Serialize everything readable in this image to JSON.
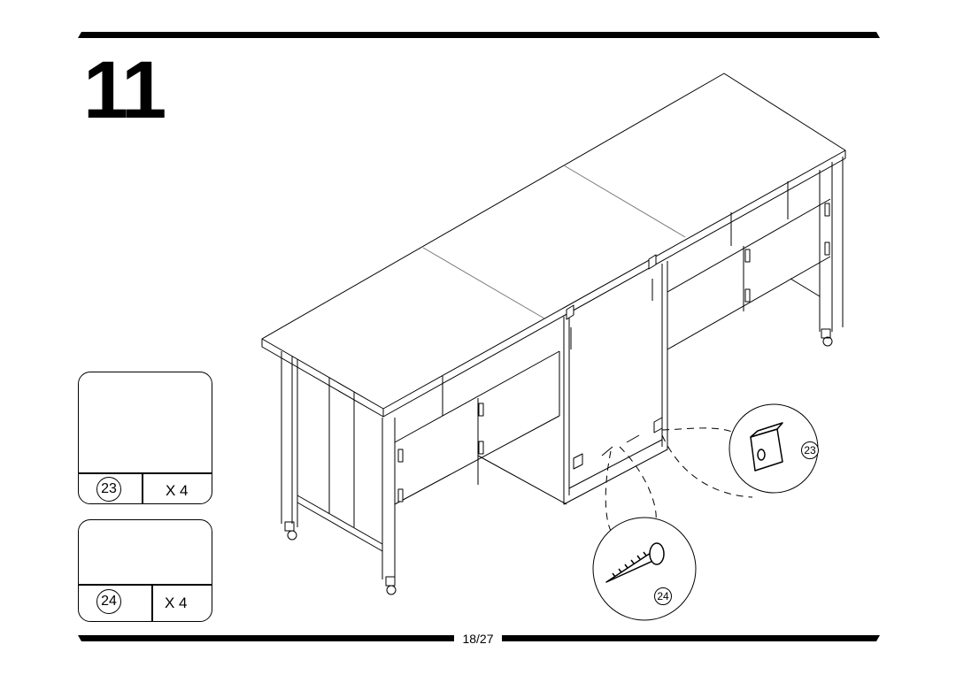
{
  "step": {
    "number": "11"
  },
  "footer": {
    "page": "18/27"
  },
  "parts": [
    {
      "id": "23",
      "icon": "bracket-icon",
      "qty": "X 4"
    },
    {
      "id": "24",
      "icon": "screw-icon",
      "qty": "X 4"
    }
  ],
  "callouts": [
    {
      "id": "23",
      "icon": "bracket-detail-icon"
    },
    {
      "id": "24",
      "icon": "screw-detail-icon"
    }
  ]
}
